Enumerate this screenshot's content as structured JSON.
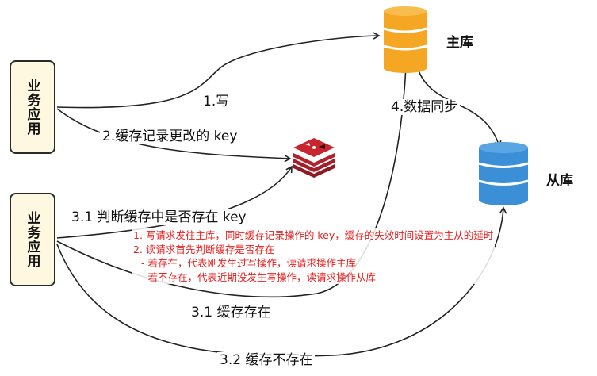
{
  "apps": {
    "app1_label": "业务应用",
    "app2_label": "业务应用"
  },
  "databases": {
    "master_label": "主库",
    "slave_label": "从库"
  },
  "edges": {
    "write": "1.写",
    "cache_record": "2.缓存记录更改的 key",
    "sync": "4.数据同步",
    "judge_cache": "3.1 判断缓存中是否存在 key",
    "cache_exists": "3.1 缓存存在",
    "cache_not_exists": "3.2 缓存不存在"
  },
  "note": {
    "line1": "1. 写请求发往主库，同时缓存记录操作的 key，缓存的失效时间设置为主从的延时",
    "line2": "2. 读请求首先判断缓存是否存在",
    "line3": "- 若存在，代表刚发生过写操作，读请求操作主库",
    "line4": "- 若不存在，代表近期没发生写操作，读请求操作从库"
  },
  "colors": {
    "master_db": "#f5a623",
    "slave_db": "#3a8fd6",
    "redis": "#c9252f",
    "app_bg": "#fdf8df",
    "note_text": "#e8201f"
  },
  "icons": {
    "master": "database-icon",
    "slave": "database-icon",
    "cache": "redis-icon"
  }
}
